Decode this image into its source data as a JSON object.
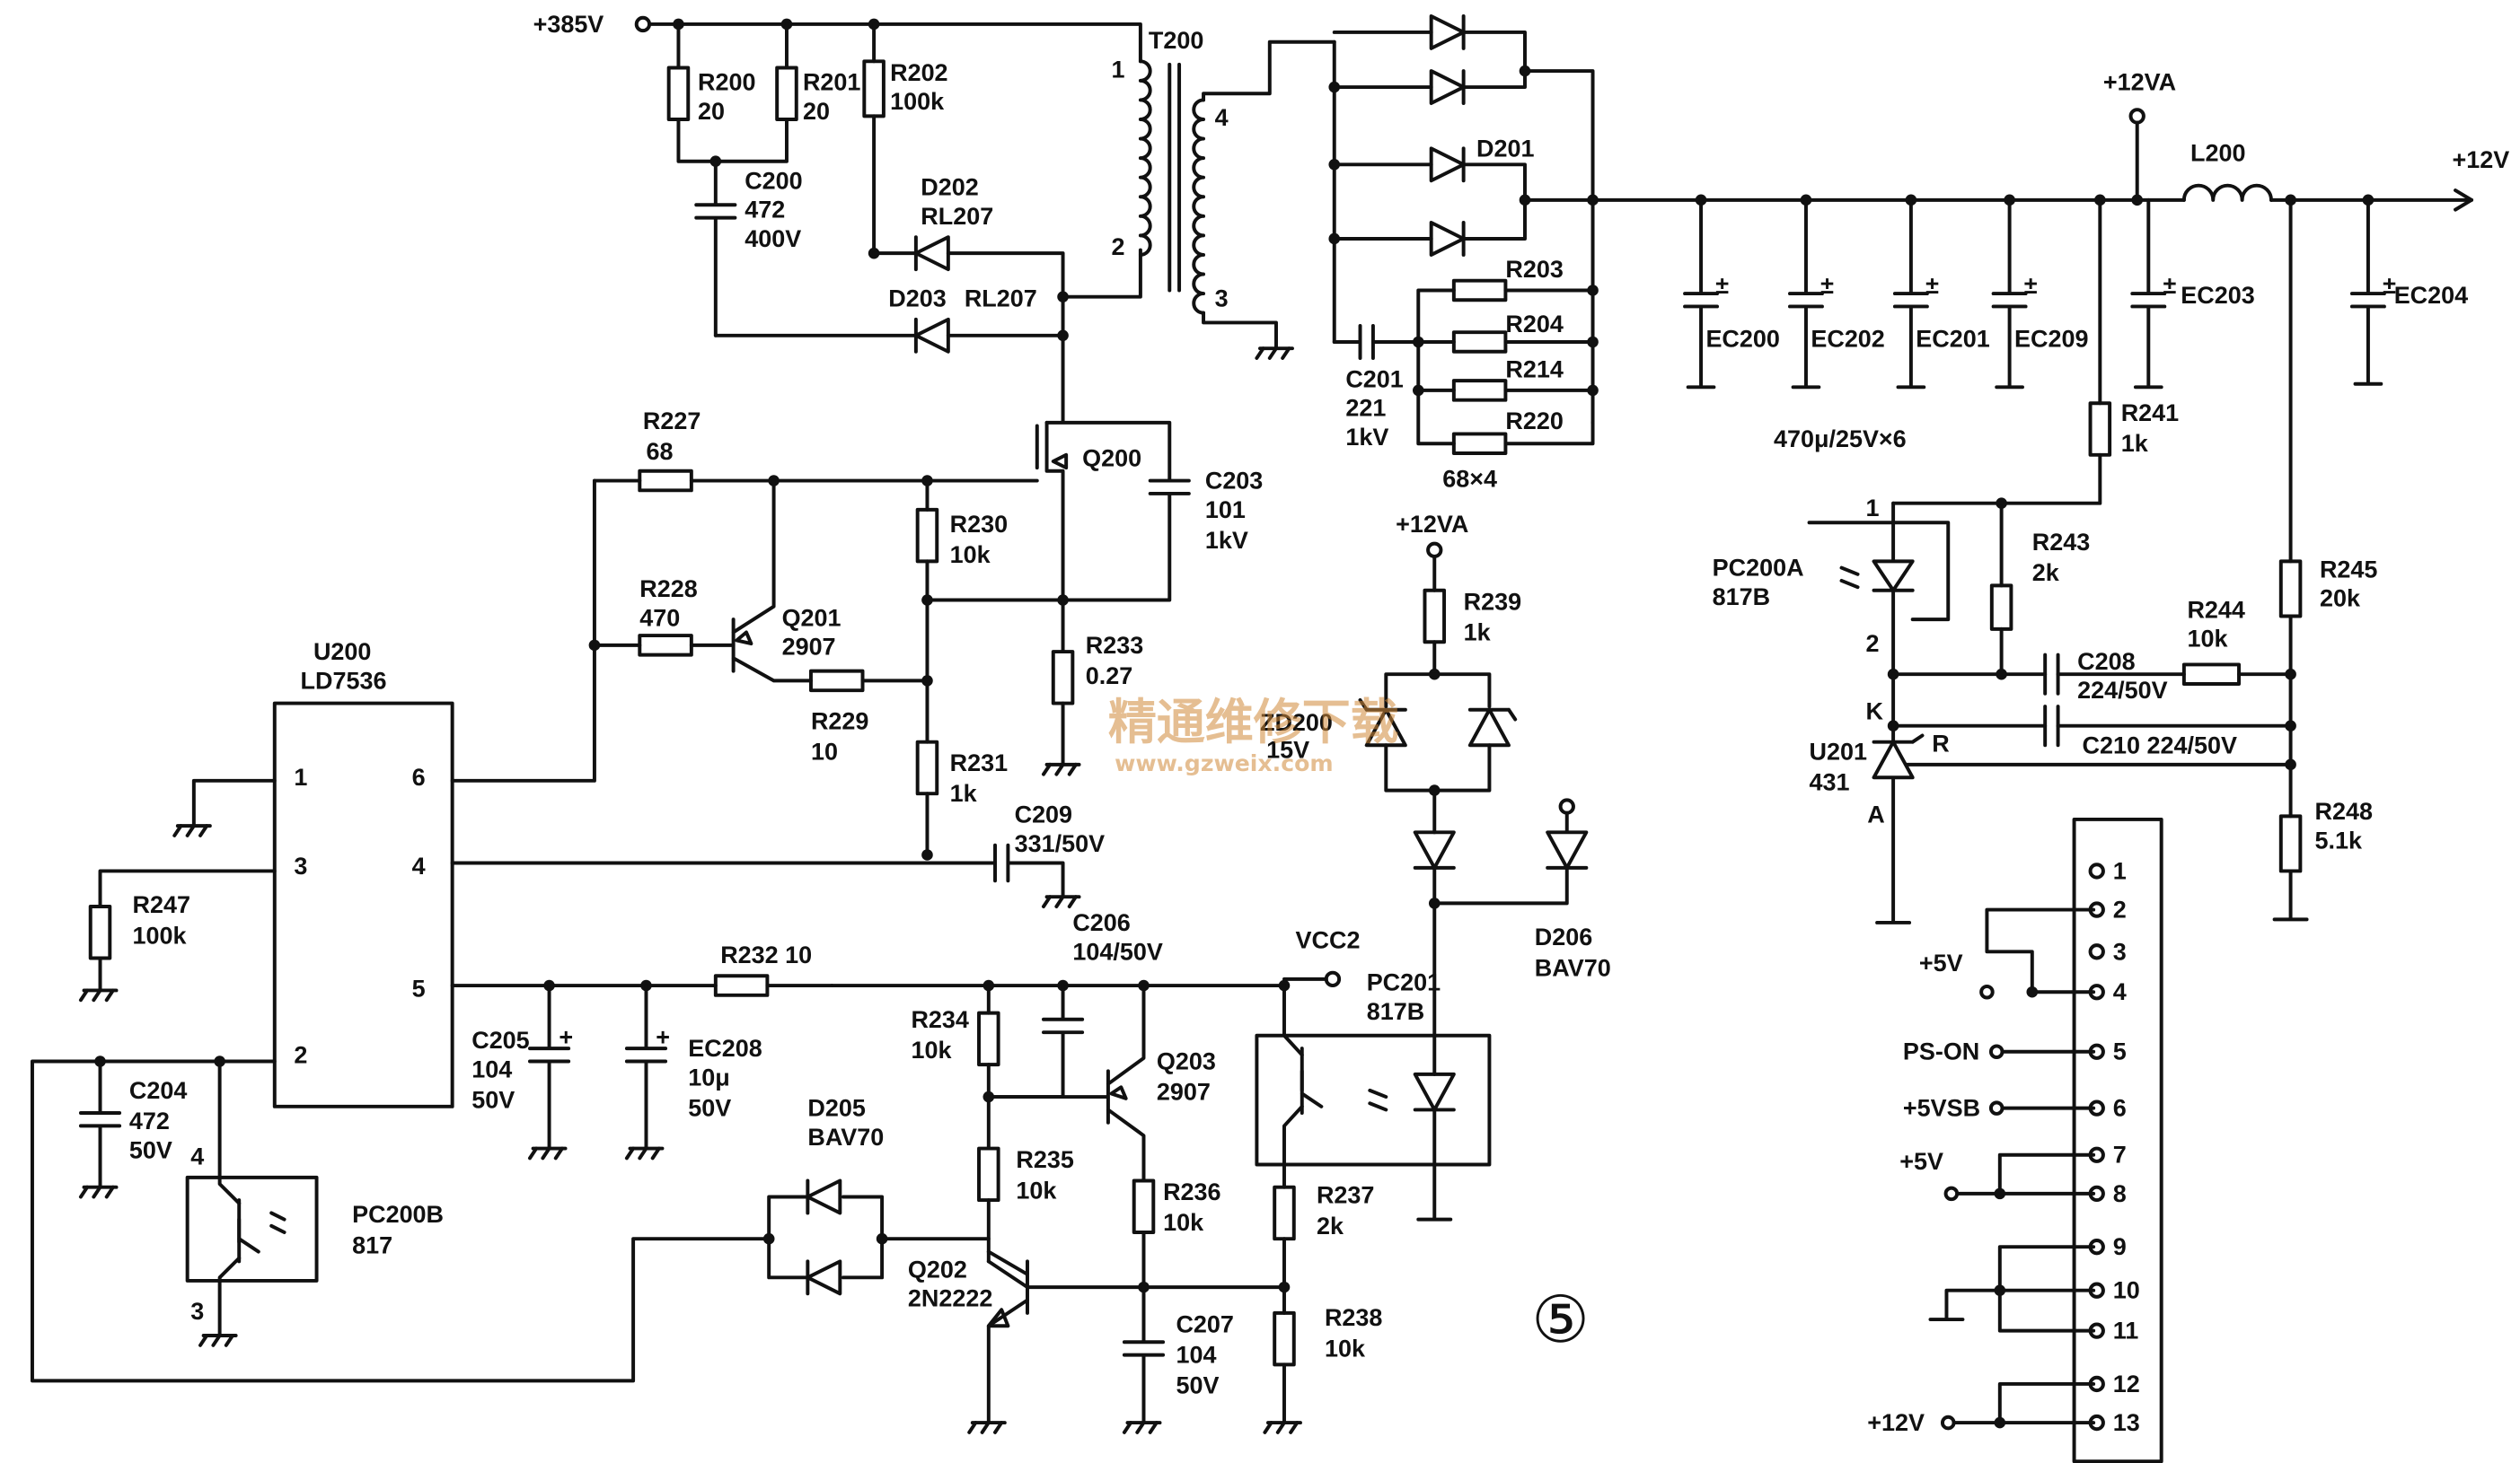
{
  "labels": {
    "v385": "+385V",
    "t200": "T200",
    "t1": "1",
    "t2": "2",
    "t3": "3",
    "t4": "4",
    "r200": "R200",
    "r200v": "20",
    "r201": "R201",
    "r201v": "20",
    "r202": "R202",
    "r202v": "100k",
    "c200": "C200",
    "c200v1": "472",
    "c200v2": "400V",
    "d202": "D202",
    "d202v": "RL207",
    "d203": "D203",
    "d203v": "RL207",
    "d201": "D201",
    "r203": "R203",
    "r204": "R204",
    "r214": "R214",
    "r220": "R220",
    "r68x4": "68×4",
    "c201": "C201",
    "c201v1": "221",
    "c201v2": "1kV",
    "ec200": "EC200",
    "ec202": "EC202",
    "ec201": "EC201",
    "ec209": "EC209",
    "ec203": "EC203",
    "ec204": "EC204",
    "cap6": "470μ/25V×6",
    "v12va_top": "+12VA",
    "l200": "L200",
    "v12out": "+12V",
    "r227": "R227",
    "r227v": "68",
    "q200": "Q200",
    "c203": "C203",
    "c203v1": "101",
    "c203v2": "1kV",
    "r228": "R228",
    "r228v": "470",
    "q201": "Q201",
    "q201v": "2907",
    "r230": "R230",
    "r230v": "10k",
    "r229": "R229",
    "r229v": "10",
    "r233": "R233",
    "r233v": "0.27",
    "r231": "R231",
    "r231v": "1k",
    "c209": "C209",
    "c209v": "331/50V",
    "u200": "U200",
    "u200v": "LD7536",
    "p1": "1",
    "p6": "6",
    "p3": "3",
    "p4": "4",
    "p5": "5",
    "p2": "2",
    "r247": "R247",
    "r247v": "100k",
    "r232": "R232 10",
    "c206": "C206",
    "c206v": "104/50V",
    "vcc2": "VCC2",
    "c205": "C205",
    "c205v1": "104",
    "c205v2": "50V",
    "ec208": "EC208",
    "ec208v1": "10μ",
    "ec208v2": "50V",
    "c204": "C204",
    "c204v1": "472",
    "c204v2": "50V",
    "pc200b": "PC200B",
    "pc200bv": "817",
    "pb4": "4",
    "pb3": "3",
    "d205": "D205",
    "d205v": "BAV70",
    "r234": "R234",
    "r234v": "10k",
    "q203": "Q203",
    "q203v": "2907",
    "r235": "R235",
    "r235v": "10k",
    "r236": "R236",
    "r236v": "10k",
    "q202": "Q202",
    "q202v": "2N2222",
    "c207": "C207",
    "c207v1": "104",
    "c207v2": "50V",
    "r237": "R237",
    "r237v": "2k",
    "r238": "R238",
    "r238v": "10k",
    "pc201": "PC201",
    "pc201v": "817B",
    "v12va_mid": "+12VA",
    "r239": "R239",
    "r239v": "1k",
    "zd200": "ZD200",
    "zd200v": "15V",
    "d206": "D206",
    "d206v": "BAV70",
    "circled5": "⑤",
    "r241": "R241",
    "r241v": "1k",
    "pc200a": "PC200A",
    "pc200av": "817B",
    "pa1": "1",
    "pa2": "2",
    "r243": "R243",
    "r243v": "2k",
    "r245": "R245",
    "r245v": "20k",
    "r244": "R244",
    "r244v": "10k",
    "c208": "C208",
    "c208v": "224/50V",
    "c210": "C210 224/50V",
    "k": "K",
    "r": "R",
    "a": "A",
    "u201": "U201",
    "u201v": "431",
    "r248": "R248",
    "r248v": "5.1k",
    "watermark_cn": "精通维修下载",
    "watermark_url": "www.gzweix.com"
  },
  "connector": {
    "pins": [
      "1",
      "2",
      "3",
      "4",
      "5",
      "6",
      "7",
      "8",
      "9",
      "10",
      "11",
      "12",
      "13"
    ],
    "signals": {
      "v5a": "+5V",
      "pson": "PS-ON",
      "v5vsb": "+5VSB",
      "v5b": "+5V",
      "v12": "+12V"
    }
  }
}
